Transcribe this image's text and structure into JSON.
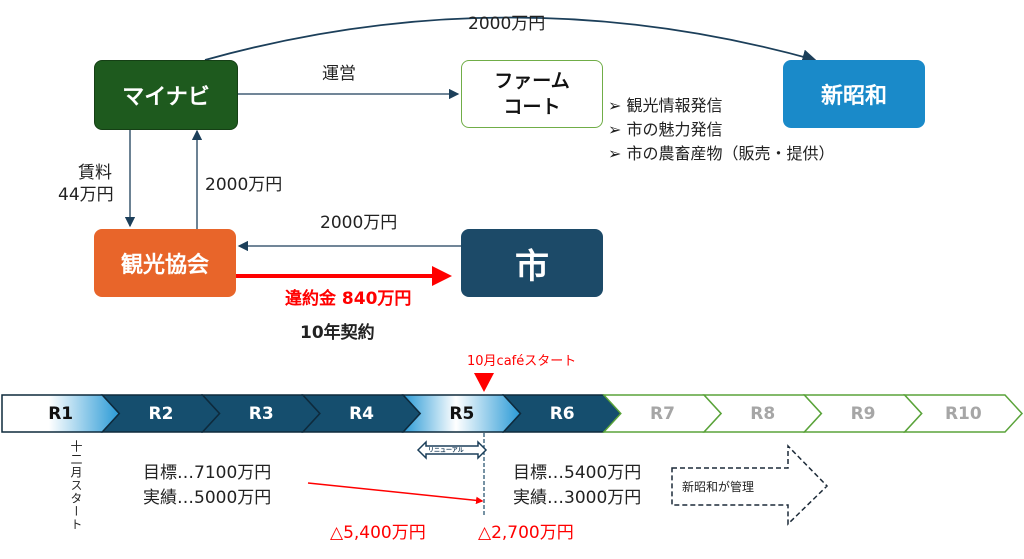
{
  "nodes": {
    "mynavi": "マイナビ",
    "farm_court_line1": "ファーム",
    "farm_court_line2": "コート",
    "shinshowa": "新昭和",
    "kanko": "観光協会",
    "city": "市"
  },
  "edges": {
    "mynavi_to_shinshowa": "2000万円",
    "operation": "運営",
    "rent_line1": "賃料",
    "rent_line2": "44万円",
    "kanko_to_mynavi": "2000万円",
    "city_to_kanko": "2000万円",
    "penalty": "違約金 840万円",
    "contract": "10年契約"
  },
  "bullets": [
    "観光情報発信",
    "市の魅力発信",
    "市の農畜産物（販売・提供）"
  ],
  "timeline": {
    "years": [
      "R1",
      "R2",
      "R3",
      "R4",
      "R5",
      "R6",
      "R7",
      "R8",
      "R9",
      "R10"
    ],
    "cafe_start": "10月caféスタート",
    "dec_start": "十二月スタート",
    "renewal": "リニューアル",
    "left_target": "目標…7100万円",
    "left_actual": "実績…5000万円",
    "right_target": "目標…5400万円",
    "right_actual": "実績…3000万円",
    "deficit_left": "△5,400万円",
    "deficit_right": "△2,700万円",
    "shinshowa_manage": "新昭和が管理"
  },
  "colors": {
    "green": "#1e5a1e",
    "blue": "#1a8ac9",
    "orange": "#e8652a",
    "navy": "#1c4a68",
    "light_green": "#70ad47",
    "red": "#ff0000"
  }
}
